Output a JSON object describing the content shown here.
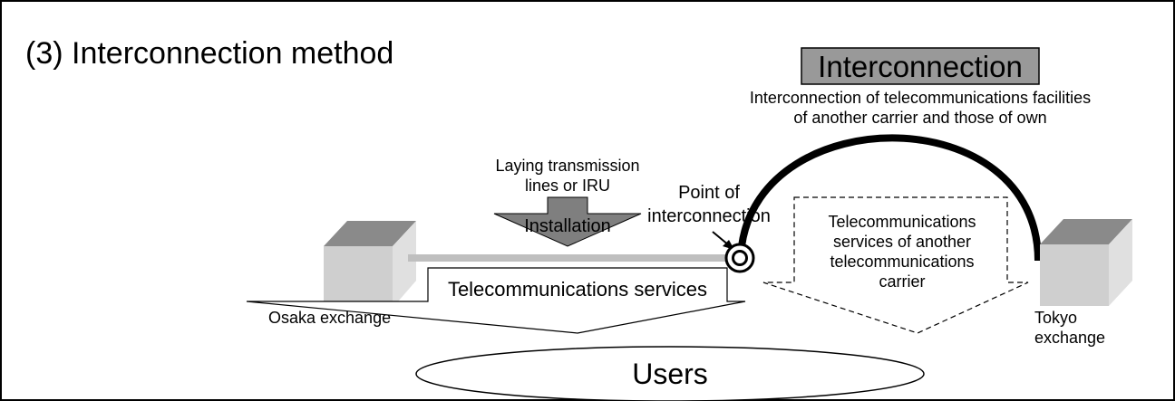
{
  "title": "(3) Interconnection method",
  "interconnection": {
    "label": "Interconnection",
    "description_line1": "Interconnection of telecommunications facilities",
    "description_line2": "of another carrier and those of own"
  },
  "laying": {
    "line1": "Laying transmission",
    "line2": "lines or IRU"
  },
  "installation_label": "Installation",
  "point": {
    "line1": "Point of",
    "line2": "interconnection"
  },
  "other_carrier": {
    "line1": "Telecommunications",
    "line2": "services of another",
    "line3": "telecommunications",
    "line4": "carrier"
  },
  "own_services_label": "Telecommunications services",
  "osaka_label": "Osaka exchange",
  "tokyo": {
    "line1": "Tokyo",
    "line2": "exchange"
  },
  "users_label": "Users",
  "colors": {
    "box_front": "#cfcfcf",
    "box_top": "#8a8a8a",
    "box_side": "#dcdcdc",
    "label_bg": "#999999",
    "installation_arrow": "#7f7f7f",
    "line_gray": "#bfbfbf"
  }
}
